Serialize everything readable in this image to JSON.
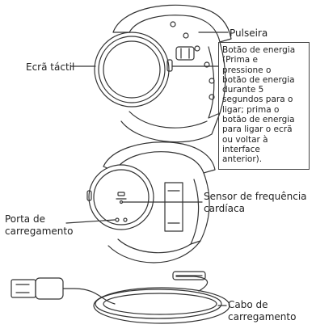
{
  "labels": {
    "pulseira": "Pulseira",
    "ecra_tactil": "Ecrã táctil",
    "botao_energia_lines": [
      "Botão de energia",
      "(Prima e",
      "pressione o",
      "botão de energia",
      "durante 5",
      "segundos para o",
      "ligar; prima o",
      "botão de energia",
      "para ligar o ecrã",
      "ou voltar à",
      "interface",
      "anterior)."
    ],
    "sensor_lines": [
      "Sensor de frequência",
      "cardíaca"
    ],
    "porta_lines": [
      "Porta de",
      "carregamento"
    ],
    "cabo_lines": [
      "Cabo de",
      "carregamento"
    ]
  }
}
